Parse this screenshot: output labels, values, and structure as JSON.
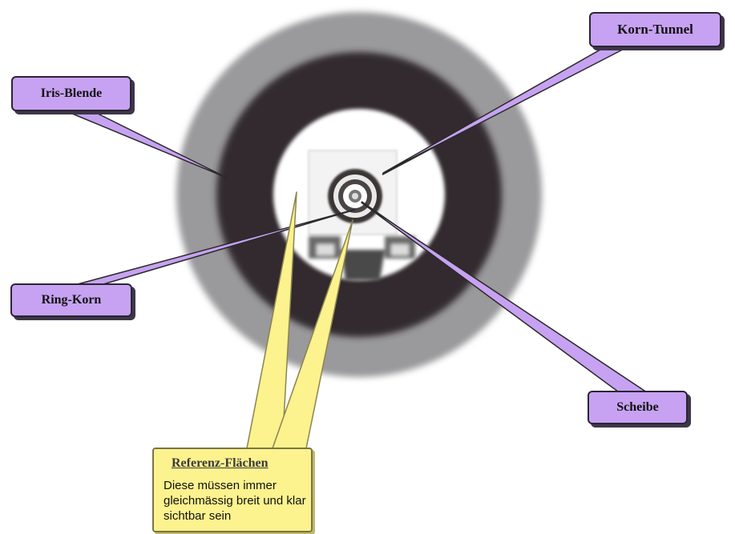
{
  "labels": {
    "korn_tunnel": "Korn-Tunnel",
    "iris_blende": "Iris-Blende",
    "ring_korn": "Ring-Korn",
    "scheibe": "Scheibe"
  },
  "note": {
    "title": "Referenz-Flächen",
    "body": "Diese müssen immer gleichmässig breit und klar sichtbar sein"
  },
  "colors": {
    "callout_fill": "#c7a2f2",
    "note_fill": "#fcf28e",
    "outer_ring": "#9a999b",
    "inner_ring": "#312a2d"
  }
}
